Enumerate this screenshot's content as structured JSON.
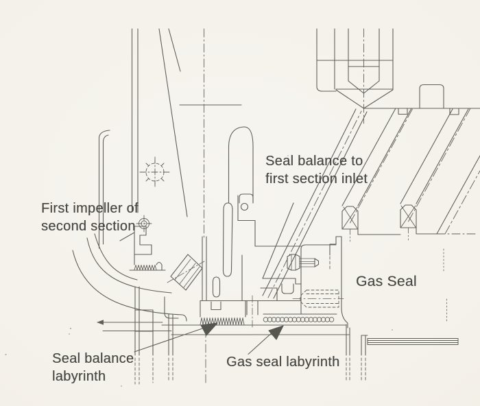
{
  "page": {
    "paper_color_center": "#f7f5f0",
    "paper_color_edge": "#edeae1",
    "ink_color": "#45453f",
    "text_color": "#454541"
  },
  "diagram": {
    "labels": {
      "seal_balance_inlet": "Seal balance to\nfirst section inlet",
      "first_impeller": "First impeller of\nsecond section",
      "gas_seal": "Gas Seal",
      "seal_balance_labyrinth": "Seal balance\nlabyrinth",
      "gas_seal_labyrinth": "Gas seal labyrinth"
    }
  }
}
